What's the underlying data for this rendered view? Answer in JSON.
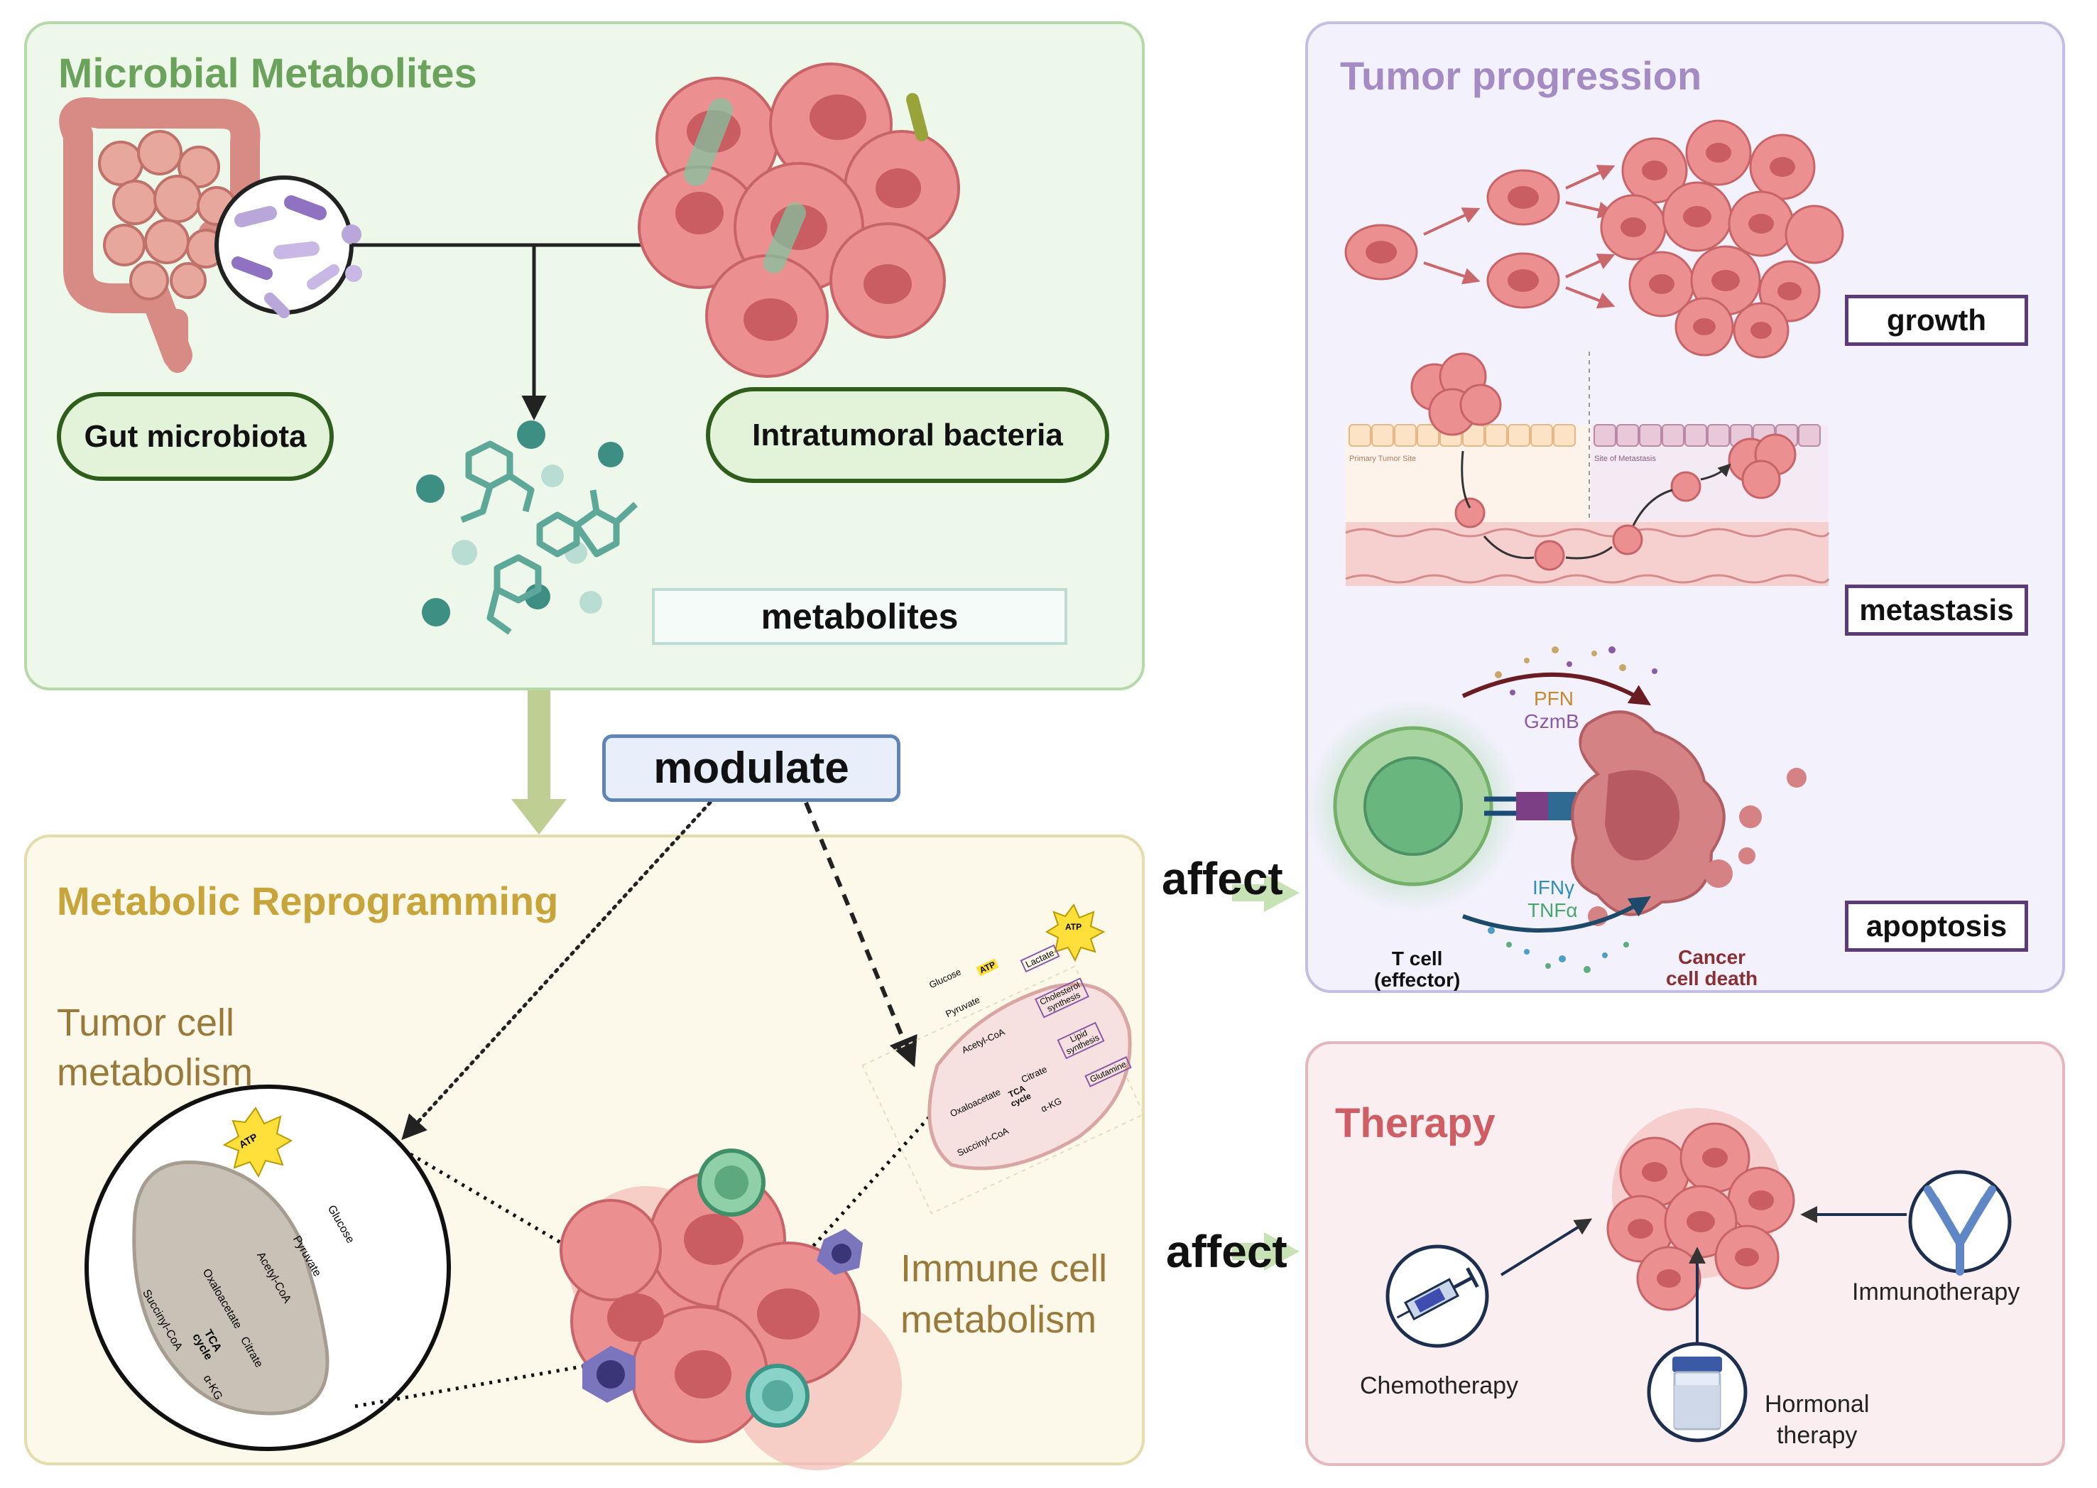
{
  "microbial": {
    "title": "Microbial Metabolites",
    "gut_label": "Gut microbiota",
    "intratumoral_label": "Intratumoral bacteria",
    "metabolites_label": "metabolites"
  },
  "modulate_label": "modulate",
  "metabolic": {
    "title": "Metabolic Reprogramming",
    "tumor_cell_metabolism": [
      "Tumor cell",
      "metabolism"
    ],
    "immune_cell_metabolism": [
      "Immune cell",
      "metabolism"
    ],
    "tumor_pathway": {
      "atp": "ATP",
      "glucose": "Glucose",
      "pyruvate": "Pyruvate",
      "acetyl_coa": "Acetyl-CoA",
      "citrate": "Citrate",
      "oxaloacetate": "Oxaloacetate",
      "tca": [
        "TCA",
        "cycle"
      ],
      "succinyl_coa": "Succinyl-CoA",
      "akg": "α-KG"
    },
    "immune_pathway": {
      "atp": "ATP",
      "glucose": "Glucose",
      "pyruvate": "Pyruvate",
      "lactate": "Lactate",
      "acetyl_coa": "Acetyl-CoA",
      "cholesterol": [
        "Cholesterol",
        "synthesis"
      ],
      "citrate": "Citrate",
      "lipid": [
        "Lipid",
        "synthesis"
      ],
      "oxaloacetate": "Oxaloacetate",
      "tca": [
        "TCA",
        "cycle"
      ],
      "glutamine": "Glutamine",
      "akg": "α-KG",
      "succinyl_coa": "Succinyl-CoA"
    }
  },
  "affect_labels": [
    "affect",
    "affect"
  ],
  "tumor_progression": {
    "title": "Tumor progression",
    "growth_label": "growth",
    "metastasis_label": "metastasis",
    "apoptosis_label": "apoptosis",
    "primary_site": "Primary Tumor Site",
    "metastasis_site": "Site of Metastasis",
    "pfn": "PFN",
    "gzmb": "GzmB",
    "ifng": "IFNγ",
    "tnfa": "TNFα",
    "t_cell": [
      "T cell",
      "(effector)"
    ],
    "cancer_death": [
      "Cancer",
      "cell death"
    ]
  },
  "therapy": {
    "title": "Therapy",
    "chemo_label": "Chemotherapy",
    "immuno_label": "Immunotherapy",
    "hormonal_label": [
      "Hormonal",
      "therapy"
    ]
  },
  "colors": {
    "green_title": "#6ba35c",
    "gold_title": "#c7a53a",
    "purple_title": "#a48bc4",
    "red_title": "#cf5d64",
    "cell_pink": "#ec8f90",
    "nucleus": "#c95d62",
    "teal": "#5ea89a",
    "box_purple": "#5d3b7a"
  }
}
